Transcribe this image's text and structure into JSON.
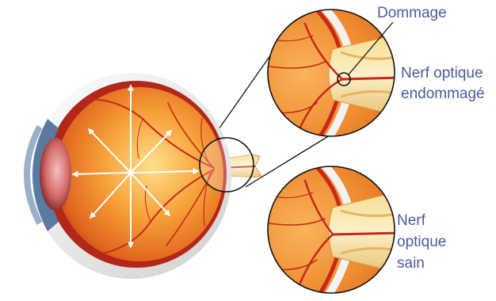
{
  "labels": {
    "damage": "Dommage",
    "damaged_nerve": [
      "Nerf optique",
      "endommagé"
    ],
    "healthy_nerve": [
      "Nerf",
      "optique",
      "sain"
    ]
  },
  "colors": {
    "label_text": "#4a5a9a",
    "retina_red": "#c8281a",
    "eye_orange": "#f08a2a",
    "sclera_white": "#f2f2f2",
    "nerve_yellow": "#f2d78a",
    "outline_black": "#111111"
  },
  "icons": {
    "eyeball": "eyeball-cross-section-illustration",
    "magnifier_damaged": "magnified-damaged-optic-nerve",
    "magnifier_healthy": "magnified-healthy-optic-nerve"
  }
}
